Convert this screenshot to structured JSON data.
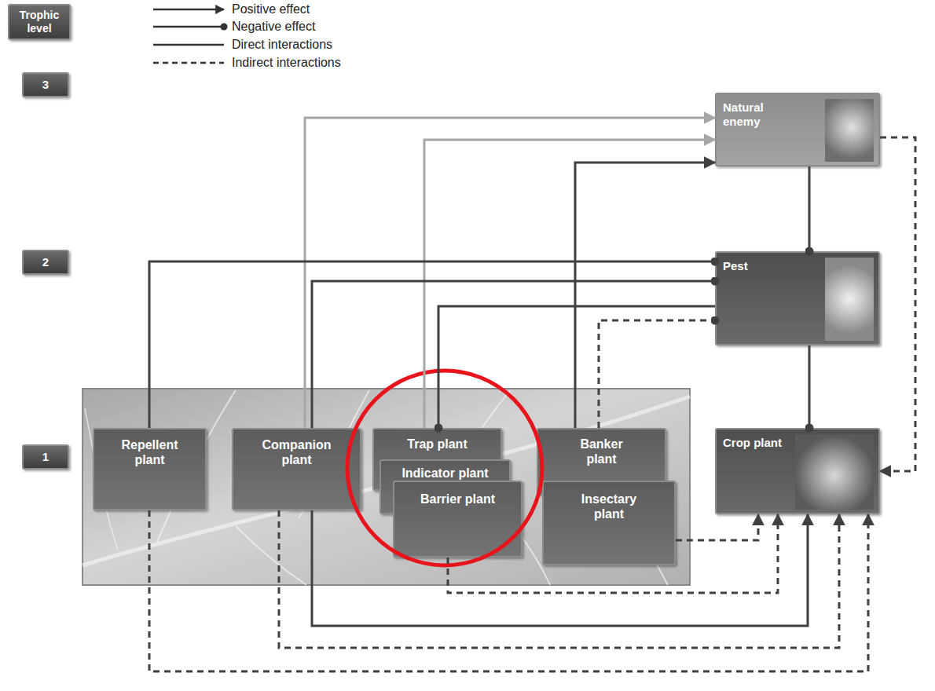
{
  "diagram": {
    "nodes": [
      {
        "text": [
          "Trophic level"
        ]
      },
      {
        "text": [
          "3"
        ]
      },
      {
        "text": [
          "Natural enemy"
        ]
      },
      {
        "text": [
          "2"
        ]
      },
      {
        "text": [
          "Pest"
        ]
      },
      {
        "text": [
          "1"
        ]
      },
      {
        "text": [
          "Repellent plant"
        ]
      },
      {
        "text": [
          "Companion plant"
        ]
      },
      {
        "text": [
          "Trap plant"
        ]
      },
      {
        "text": [
          "Banker plant"
        ]
      },
      {
        "text": [
          "Crop plant"
        ]
      },
      {
        "text": [
          "Indicator plant"
        ]
      },
      {
        "text": [
          "Insectary plant"
        ]
      },
      {
        "text": [
          "Barrier plant"
        ]
      }
    ],
    "edges": [
      {
        "from": 7,
        "to": 2,
        "arrow": "to"
      },
      {
        "from": 8,
        "to": 2,
        "arrow": "to"
      },
      {
        "from": 9,
        "to": 2,
        "arrow": "to"
      },
      {
        "from": 2,
        "to": 4,
        "arrow": "to"
      },
      {
        "from": 4,
        "to": 10,
        "arrow": "to"
      },
      {
        "from": 6,
        "to": 4,
        "arrow": "to"
      },
      {
        "from": 7,
        "to": 4,
        "arrow": "to"
      },
      {
        "from": 4,
        "to": 8,
        "arrow": "to"
      },
      {
        "from": 9,
        "to": 4,
        "arrow": "to"
      },
      {
        "from": 2,
        "to": 10,
        "arrow": "to"
      },
      {
        "from": 12,
        "to": 10,
        "arrow": "to"
      },
      {
        "from": 13,
        "to": 10,
        "arrow": "to"
      },
      {
        "from": 7,
        "to": 10,
        "arrow": "to"
      },
      {
        "from": 7,
        "to": 10,
        "arrow": "to"
      },
      {
        "from": 6,
        "to": 10,
        "arrow": "to"
      }
    ],
    "legend": [
      {
        "text": "Positive effect"
      },
      {
        "text": "Negative effect"
      },
      {
        "text": "Direct interactions"
      },
      {
        "text": "Indirect interactions"
      }
    ]
  }
}
